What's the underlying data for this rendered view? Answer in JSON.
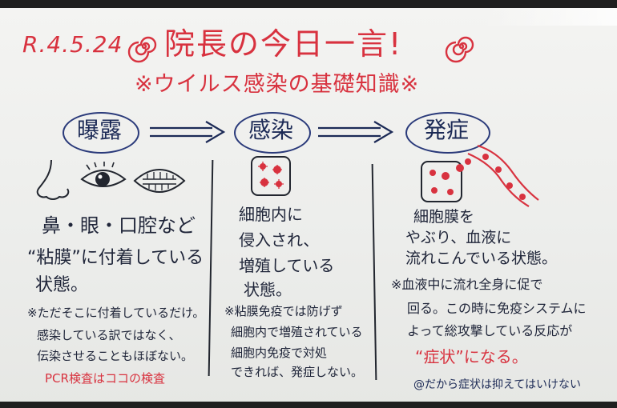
{
  "header": {
    "date": "R.4.5.24",
    "title": "院長の今日一言!",
    "subtitle": "※ウイルス感染の基礎知識※"
  },
  "stages": [
    {
      "label": "曝露",
      "lines": [
        "鼻・眼・口腔など",
        "“粘膜”に付着している",
        "状態。"
      ],
      "notes": [
        "※ただそこに付着しているだけ。",
        "感染している訳ではなく、",
        "伝染させることもほぼない。"
      ],
      "footnote": "PCR検査はココの検査"
    },
    {
      "label": "感染",
      "lines": [
        "細胞内に",
        "侵入され、",
        "増殖している",
        "状態。"
      ],
      "notes": [
        "※粘膜免疫では防げず",
        "細胞内で増殖されている",
        "細胞内免疫で対処",
        "できれば、発症しない。"
      ]
    },
    {
      "label": "発症",
      "lines": [
        "細胞膜を",
        "やぶり、血液に",
        "流れこんでいる状態。"
      ],
      "notes": [
        "※血液中に流れ全身に促で",
        "回る。この時に免疫システムに",
        "よって総攻撃している反応が",
        "“症状”になる。"
      ],
      "footnote": "@だから症状は抑えてはいけない"
    }
  ],
  "colors": {
    "red": "#d8323f",
    "navy": "#1c2a56",
    "ink": "#20263a"
  }
}
